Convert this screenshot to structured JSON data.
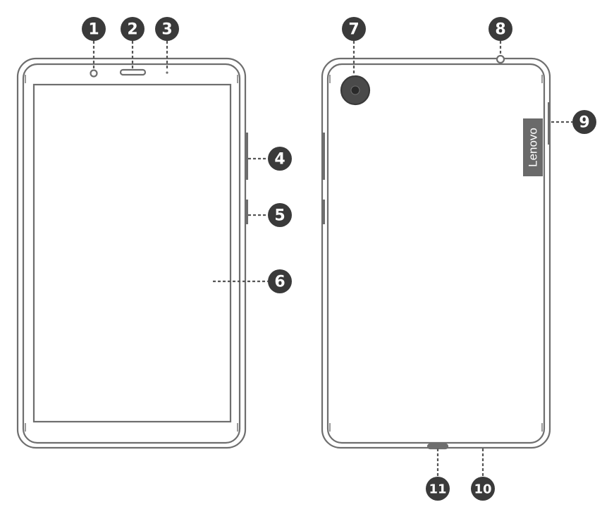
{
  "diagram": {
    "brand_logo": "Lenovo",
    "callouts": [
      {
        "id": "1",
        "label": "1"
      },
      {
        "id": "2",
        "label": "2"
      },
      {
        "id": "3",
        "label": "3"
      },
      {
        "id": "4",
        "label": "4"
      },
      {
        "id": "5",
        "label": "5"
      },
      {
        "id": "6",
        "label": "6"
      },
      {
        "id": "7",
        "label": "7"
      },
      {
        "id": "8",
        "label": "8"
      },
      {
        "id": "9",
        "label": "9"
      },
      {
        "id": "10",
        "label": "10"
      },
      {
        "id": "11",
        "label": "11"
      }
    ],
    "colors": {
      "outline": "#6e6e6e",
      "callout_fill": "#3a3a3a",
      "callout_text": "#ffffff",
      "leader": "#555555",
      "logo_bg": "#6a6a6a"
    }
  }
}
